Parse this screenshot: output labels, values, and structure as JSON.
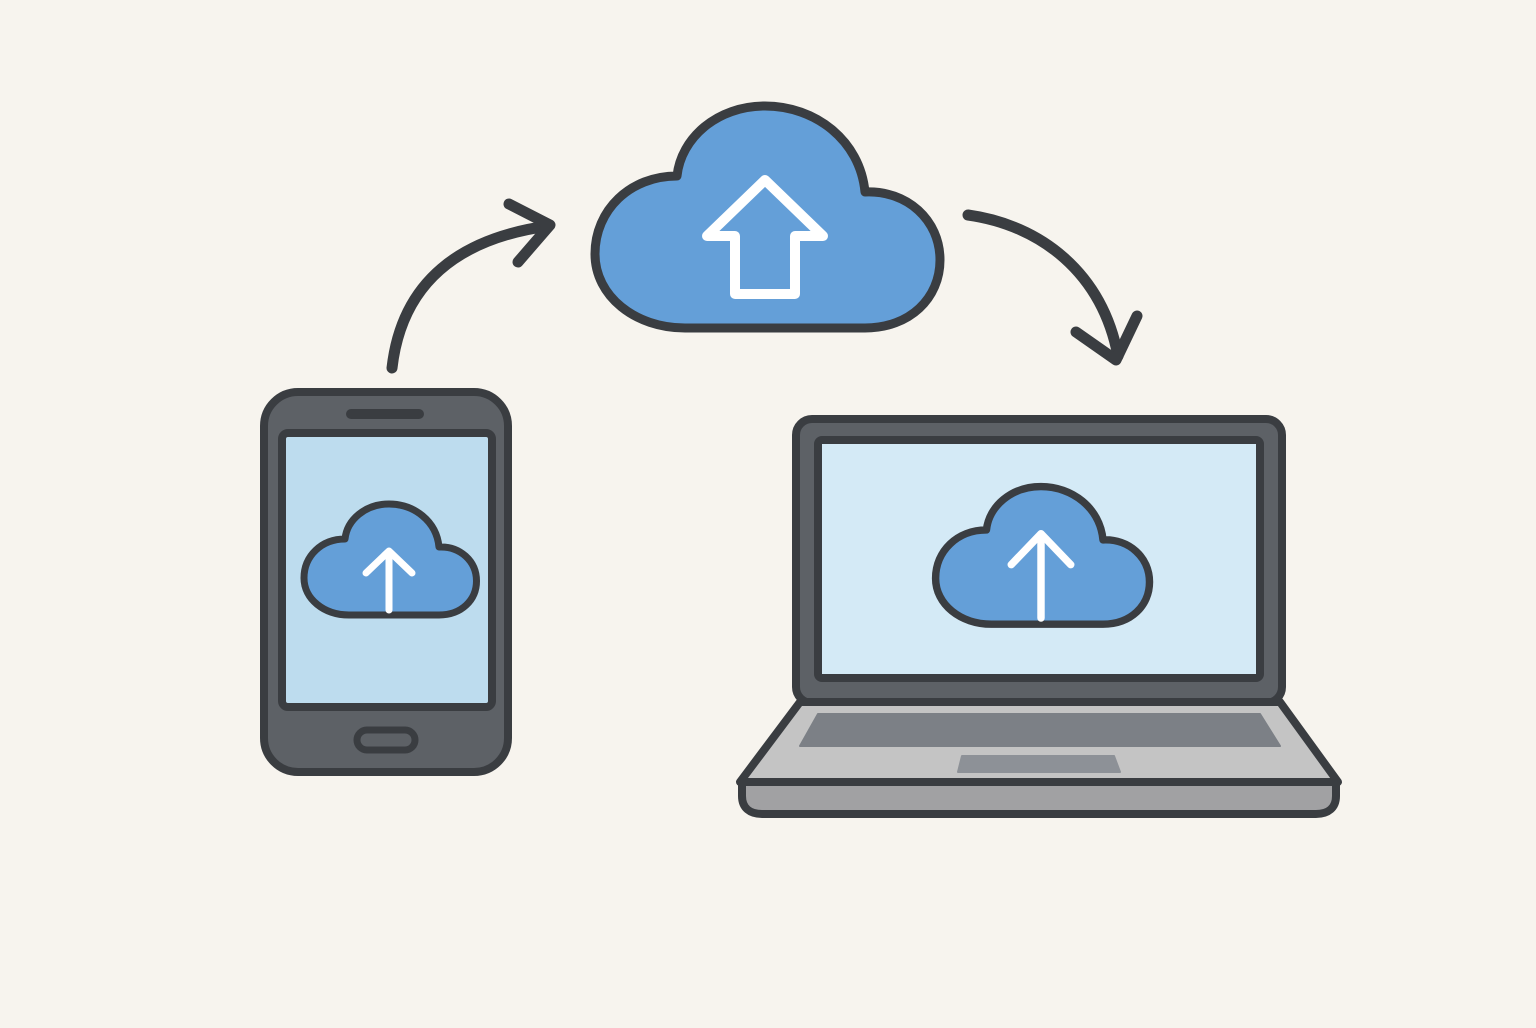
{
  "diagram": {
    "flow": [
      "phone",
      "cloud",
      "laptop"
    ],
    "nodes": {
      "phone": {
        "icon": "smartphone-icon",
        "screen_icon": "cloud-upload-icon"
      },
      "cloud": {
        "icon": "cloud-upload-icon"
      },
      "laptop": {
        "icon": "laptop-icon",
        "screen_icon": "cloud-upload-icon"
      }
    },
    "edges": [
      {
        "from": "phone",
        "to": "cloud",
        "icon": "curved-arrow-icon"
      },
      {
        "from": "cloud",
        "to": "laptop",
        "icon": "curved-arrow-icon"
      }
    ]
  },
  "colors": {
    "background": "#f7f4ee",
    "outline": "#3a3d41",
    "cloud_fill": "#649fd8",
    "device_body": "#5d6166",
    "phone_screen": "#bddcee",
    "laptop_screen": "#d4eaf6",
    "keyboard_deck": "#c4c4c4",
    "keyboard_well": "#7c8086",
    "touchpad": "#8d9197",
    "laptop_base_rim": "#a1a1a3",
    "arrow_glyph": "#ffffff"
  }
}
